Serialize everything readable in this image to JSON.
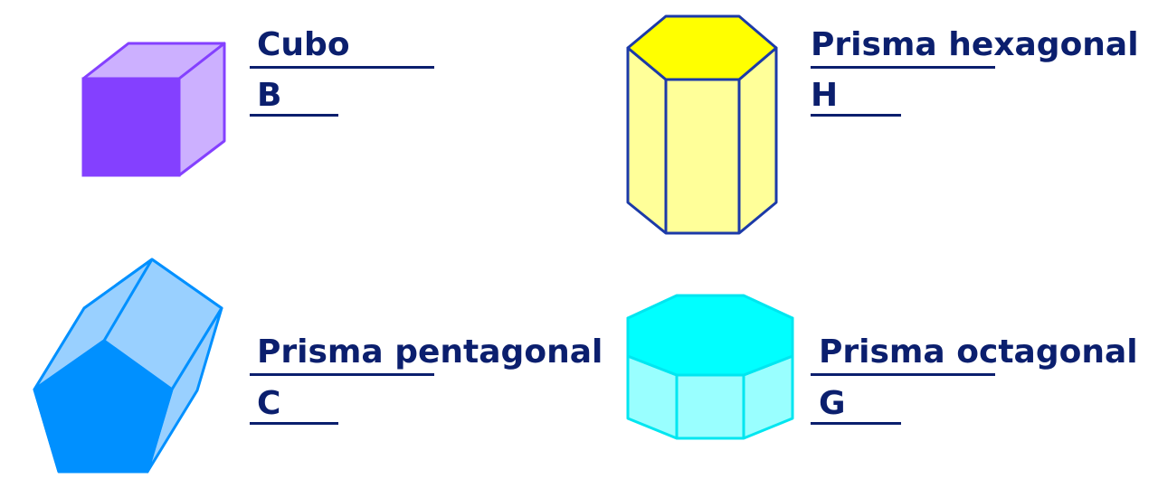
{
  "colors": {
    "text": "#0b1f6e",
    "cube_front": "#8440ff",
    "cube_side": "#ccb0ff",
    "cube_stroke": "#8440ff",
    "hex_top": "#ffff00",
    "hex_body": "#ffff99",
    "hex_stroke": "#1c3aa8",
    "pent_front": "#0090ff",
    "pent_side": "#99d0ff",
    "pent_stroke": "#0090ff",
    "oct_top": "#00ffff",
    "oct_body": "#99ffff",
    "oct_stroke": "#00e6f0"
  },
  "items": [
    {
      "name": "Cubo",
      "letter": "B"
    },
    {
      "name": "Prisma hexagonal",
      "letter": "H"
    },
    {
      "name": "Prisma pentagonal",
      "letter": "C"
    },
    {
      "name": "Prisma octagonal",
      "letter": "G"
    }
  ]
}
